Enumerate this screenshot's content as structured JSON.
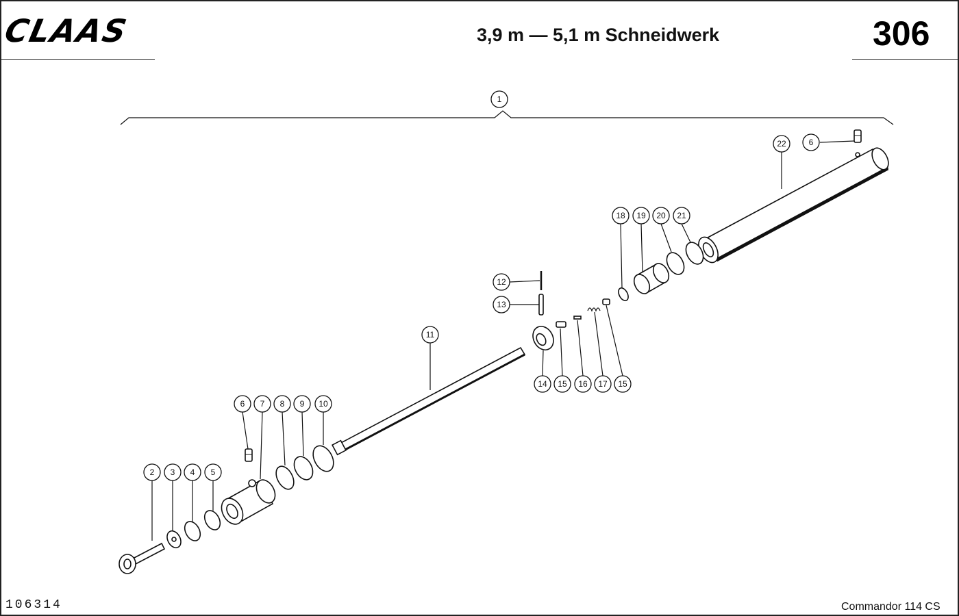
{
  "header": {
    "brand": "CLAAS",
    "title": "3,9 m — 5,1 m Schneidwerk",
    "page_number": "306"
  },
  "footer": {
    "document_number": "106314",
    "model": "Commandor 114 CS"
  },
  "callouts": [
    {
      "id": "c1",
      "label": "1"
    },
    {
      "id": "c2",
      "label": "2"
    },
    {
      "id": "c3",
      "label": "3"
    },
    {
      "id": "c4",
      "label": "4"
    },
    {
      "id": "c5",
      "label": "5"
    },
    {
      "id": "c6a",
      "label": "6"
    },
    {
      "id": "c7",
      "label": "7"
    },
    {
      "id": "c8",
      "label": "8"
    },
    {
      "id": "c9",
      "label": "9"
    },
    {
      "id": "c10",
      "label": "10"
    },
    {
      "id": "c11",
      "label": "11"
    },
    {
      "id": "c12",
      "label": "12"
    },
    {
      "id": "c13",
      "label": "13"
    },
    {
      "id": "c14",
      "label": "14"
    },
    {
      "id": "c15a",
      "label": "15"
    },
    {
      "id": "c16",
      "label": "16"
    },
    {
      "id": "c17",
      "label": "17"
    },
    {
      "id": "c15b",
      "label": "15"
    },
    {
      "id": "c18",
      "label": "18"
    },
    {
      "id": "c19",
      "label": "19"
    },
    {
      "id": "c20",
      "label": "20"
    },
    {
      "id": "c21",
      "label": "21"
    },
    {
      "id": "c22",
      "label": "22"
    },
    {
      "id": "c6b",
      "label": "6"
    }
  ]
}
